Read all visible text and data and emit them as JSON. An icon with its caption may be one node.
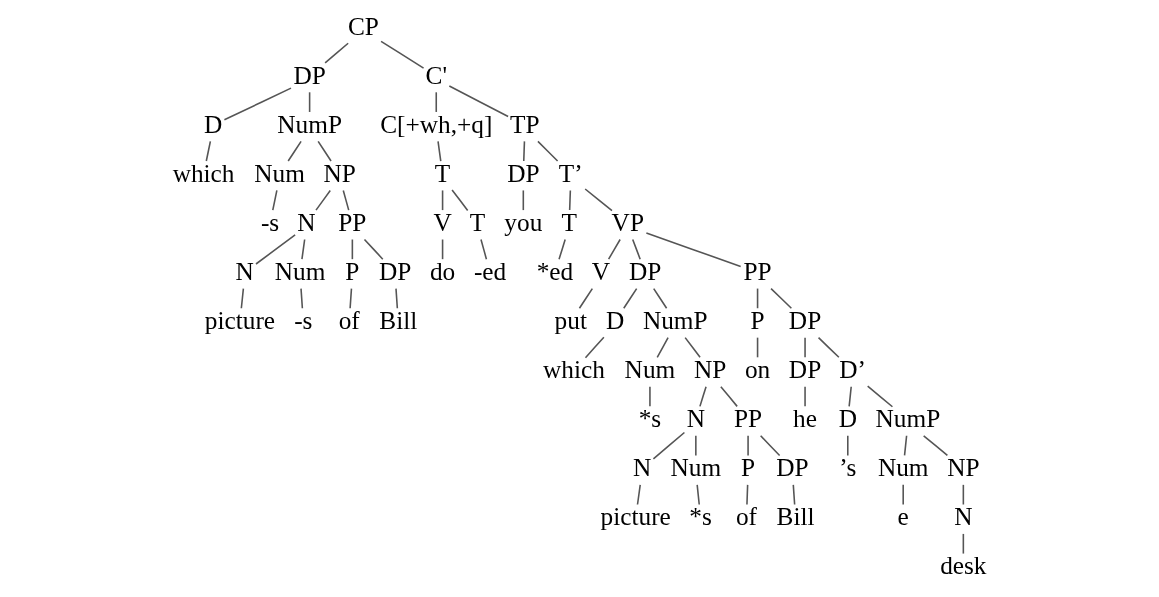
{
  "diagram": {
    "nodes": [
      {
        "text": [
          "CP"
        ]
      },
      {
        "text": [
          "DP"
        ]
      },
      {
        "text": [
          "D"
        ]
      },
      {
        "text": [
          "which"
        ]
      },
      {
        "text": [
          "NumP"
        ]
      },
      {
        "text": [
          "Num"
        ]
      },
      {
        "text": [
          "-s"
        ]
      },
      {
        "text": [
          "NP"
        ]
      },
      {
        "text": [
          "N"
        ]
      },
      {
        "text": [
          "N"
        ]
      },
      {
        "text": [
          "picture"
        ]
      },
      {
        "text": [
          "Num"
        ]
      },
      {
        "text": [
          "-s"
        ]
      },
      {
        "text": [
          "PP"
        ]
      },
      {
        "text": [
          "P"
        ]
      },
      {
        "text": [
          "of"
        ]
      },
      {
        "text": [
          "DP"
        ]
      },
      {
        "text": [
          "Bill"
        ]
      },
      {
        "text": [
          "C'"
        ]
      },
      {
        "text": [
          "C[+wh,+q]"
        ]
      },
      {
        "text": [
          "T"
        ]
      },
      {
        "text": [
          "V"
        ]
      },
      {
        "text": [
          "do"
        ]
      },
      {
        "text": [
          "T"
        ]
      },
      {
        "text": [
          "-ed"
        ]
      },
      {
        "text": [
          "TP"
        ]
      },
      {
        "text": [
          "DP"
        ]
      },
      {
        "text": [
          "you"
        ]
      },
      {
        "text": [
          "T’"
        ]
      },
      {
        "text": [
          "T"
        ]
      },
      {
        "text": [
          "*ed"
        ]
      },
      {
        "text": [
          "VP"
        ]
      },
      {
        "text": [
          "V"
        ]
      },
      {
        "text": [
          "put"
        ]
      },
      {
        "text": [
          "DP"
        ]
      },
      {
        "text": [
          "D"
        ]
      },
      {
        "text": [
          "which"
        ]
      },
      {
        "text": [
          "NumP"
        ]
      },
      {
        "text": [
          "Num"
        ]
      },
      {
        "text": [
          "*s"
        ]
      },
      {
        "text": [
          "NP"
        ]
      },
      {
        "text": [
          "N"
        ]
      },
      {
        "text": [
          "N"
        ]
      },
      {
        "text": [
          "picture"
        ]
      },
      {
        "text": [
          "Num"
        ]
      },
      {
        "text": [
          "*s"
        ]
      },
      {
        "text": [
          "PP"
        ]
      },
      {
        "text": [
          "P"
        ]
      },
      {
        "text": [
          "of"
        ]
      },
      {
        "text": [
          "DP"
        ]
      },
      {
        "text": [
          "Bill"
        ]
      },
      {
        "text": [
          "PP"
        ]
      },
      {
        "text": [
          "P"
        ]
      },
      {
        "text": [
          "on"
        ]
      },
      {
        "text": [
          "DP"
        ]
      },
      {
        "text": [
          "DP"
        ]
      },
      {
        "text": [
          "he"
        ]
      },
      {
        "text": [
          "D’"
        ]
      },
      {
        "text": [
          "D"
        ]
      },
      {
        "text": [
          "’s"
        ]
      },
      {
        "text": [
          "NumP"
        ]
      },
      {
        "text": [
          "Num"
        ]
      },
      {
        "text": [
          "e"
        ]
      },
      {
        "text": [
          "NP"
        ]
      },
      {
        "text": [
          "N"
        ]
      },
      {
        "text": [
          "desk"
        ]
      }
    ],
    "edges": [
      {
        "from": 0,
        "to": 1,
        "arrow": "none"
      },
      {
        "from": 1,
        "to": 2,
        "arrow": "none"
      },
      {
        "from": 2,
        "to": 3,
        "arrow": "none"
      },
      {
        "from": 1,
        "to": 4,
        "arrow": "none"
      },
      {
        "from": 4,
        "to": 5,
        "arrow": "none"
      },
      {
        "from": 5,
        "to": 6,
        "arrow": "none"
      },
      {
        "from": 4,
        "to": 7,
        "arrow": "none"
      },
      {
        "from": 7,
        "to": 8,
        "arrow": "none"
      },
      {
        "from": 8,
        "to": 9,
        "arrow": "none"
      },
      {
        "from": 9,
        "to": 10,
        "arrow": "none"
      },
      {
        "from": 8,
        "to": 11,
        "arrow": "none"
      },
      {
        "from": 11,
        "to": 12,
        "arrow": "none"
      },
      {
        "from": 7,
        "to": 13,
        "arrow": "none"
      },
      {
        "from": 13,
        "to": 14,
        "arrow": "none"
      },
      {
        "from": 14,
        "to": 15,
        "arrow": "none"
      },
      {
        "from": 13,
        "to": 16,
        "arrow": "none"
      },
      {
        "from": 16,
        "to": 17,
        "arrow": "none"
      },
      {
        "from": 0,
        "to": 18,
        "arrow": "none"
      },
      {
        "from": 18,
        "to": 19,
        "arrow": "none"
      },
      {
        "from": 19,
        "to": 20,
        "arrow": "none"
      },
      {
        "from": 20,
        "to": 21,
        "arrow": "none"
      },
      {
        "from": 21,
        "to": 22,
        "arrow": "none"
      },
      {
        "from": 20,
        "to": 23,
        "arrow": "none"
      },
      {
        "from": 23,
        "to": 24,
        "arrow": "none"
      },
      {
        "from": 18,
        "to": 25,
        "arrow": "none"
      },
      {
        "from": 25,
        "to": 26,
        "arrow": "none"
      },
      {
        "from": 26,
        "to": 27,
        "arrow": "none"
      },
      {
        "from": 25,
        "to": 28,
        "arrow": "none"
      },
      {
        "from": 28,
        "to": 29,
        "arrow": "none"
      },
      {
        "from": 29,
        "to": 30,
        "arrow": "none"
      },
      {
        "from": 28,
        "to": 31,
        "arrow": "none"
      },
      {
        "from": 31,
        "to": 32,
        "arrow": "none"
      },
      {
        "from": 32,
        "to": 33,
        "arrow": "none"
      },
      {
        "from": 31,
        "to": 34,
        "arrow": "none"
      },
      {
        "from": 34,
        "to": 35,
        "arrow": "none"
      },
      {
        "from": 35,
        "to": 36,
        "arrow": "none"
      },
      {
        "from": 34,
        "to": 37,
        "arrow": "none"
      },
      {
        "from": 37,
        "to": 38,
        "arrow": "none"
      },
      {
        "from": 38,
        "to": 39,
        "arrow": "none"
      },
      {
        "from": 37,
        "to": 40,
        "arrow": "none"
      },
      {
        "from": 40,
        "to": 41,
        "arrow": "none"
      },
      {
        "from": 41,
        "to": 42,
        "arrow": "none"
      },
      {
        "from": 42,
        "to": 43,
        "arrow": "none"
      },
      {
        "from": 41,
        "to": 44,
        "arrow": "none"
      },
      {
        "from": 44,
        "to": 45,
        "arrow": "none"
      },
      {
        "from": 40,
        "to": 46,
        "arrow": "none"
      },
      {
        "from": 46,
        "to": 47,
        "arrow": "none"
      },
      {
        "from": 47,
        "to": 48,
        "arrow": "none"
      },
      {
        "from": 46,
        "to": 49,
        "arrow": "none"
      },
      {
        "from": 49,
        "to": 50,
        "arrow": "none"
      },
      {
        "from": 31,
        "to": 51,
        "arrow": "none"
      },
      {
        "from": 51,
        "to": 52,
        "arrow": "none"
      },
      {
        "from": 52,
        "to": 53,
        "arrow": "none"
      },
      {
        "from": 51,
        "to": 54,
        "arrow": "none"
      },
      {
        "from": 54,
        "to": 55,
        "arrow": "none"
      },
      {
        "from": 55,
        "to": 56,
        "arrow": "none"
      },
      {
        "from": 54,
        "to": 57,
        "arrow": "none"
      },
      {
        "from": 57,
        "to": 58,
        "arrow": "none"
      },
      {
        "from": 58,
        "to": 59,
        "arrow": "none"
      },
      {
        "from": 57,
        "to": 60,
        "arrow": "none"
      },
      {
        "from": 60,
        "to": 61,
        "arrow": "none"
      },
      {
        "from": 61,
        "to": 62,
        "arrow": "none"
      },
      {
        "from": 60,
        "to": 63,
        "arrow": "none"
      },
      {
        "from": 63,
        "to": 64,
        "arrow": "none"
      },
      {
        "from": 64,
        "to": 65,
        "arrow": "none"
      }
    ]
  }
}
